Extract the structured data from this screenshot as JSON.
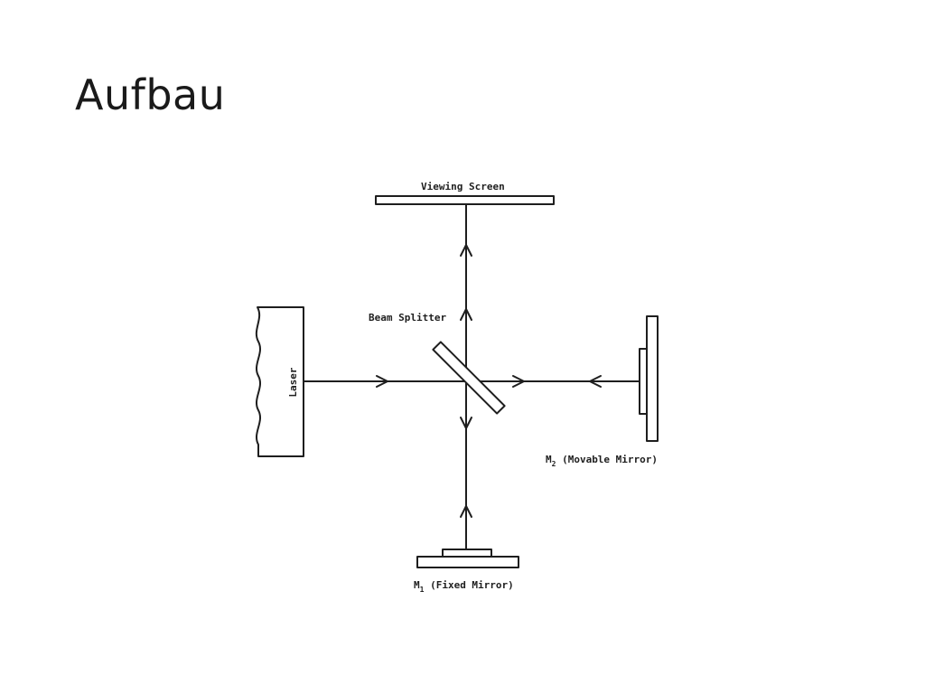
{
  "slide": {
    "title": "Aufbau"
  },
  "diagram": {
    "labels": {
      "viewing_screen": "Viewing Screen",
      "beam_splitter": "Beam Splitter",
      "laser": "Laser",
      "m2_symbol": "M",
      "m2_subscript": "2",
      "m2_text": " (Movable Mirror)",
      "m1_symbol": "M",
      "m1_subscript": "1",
      "m1_text": " (Fixed Mirror)"
    },
    "colors": {
      "ink": "#1e1e1e",
      "background": "#ffffff"
    }
  }
}
